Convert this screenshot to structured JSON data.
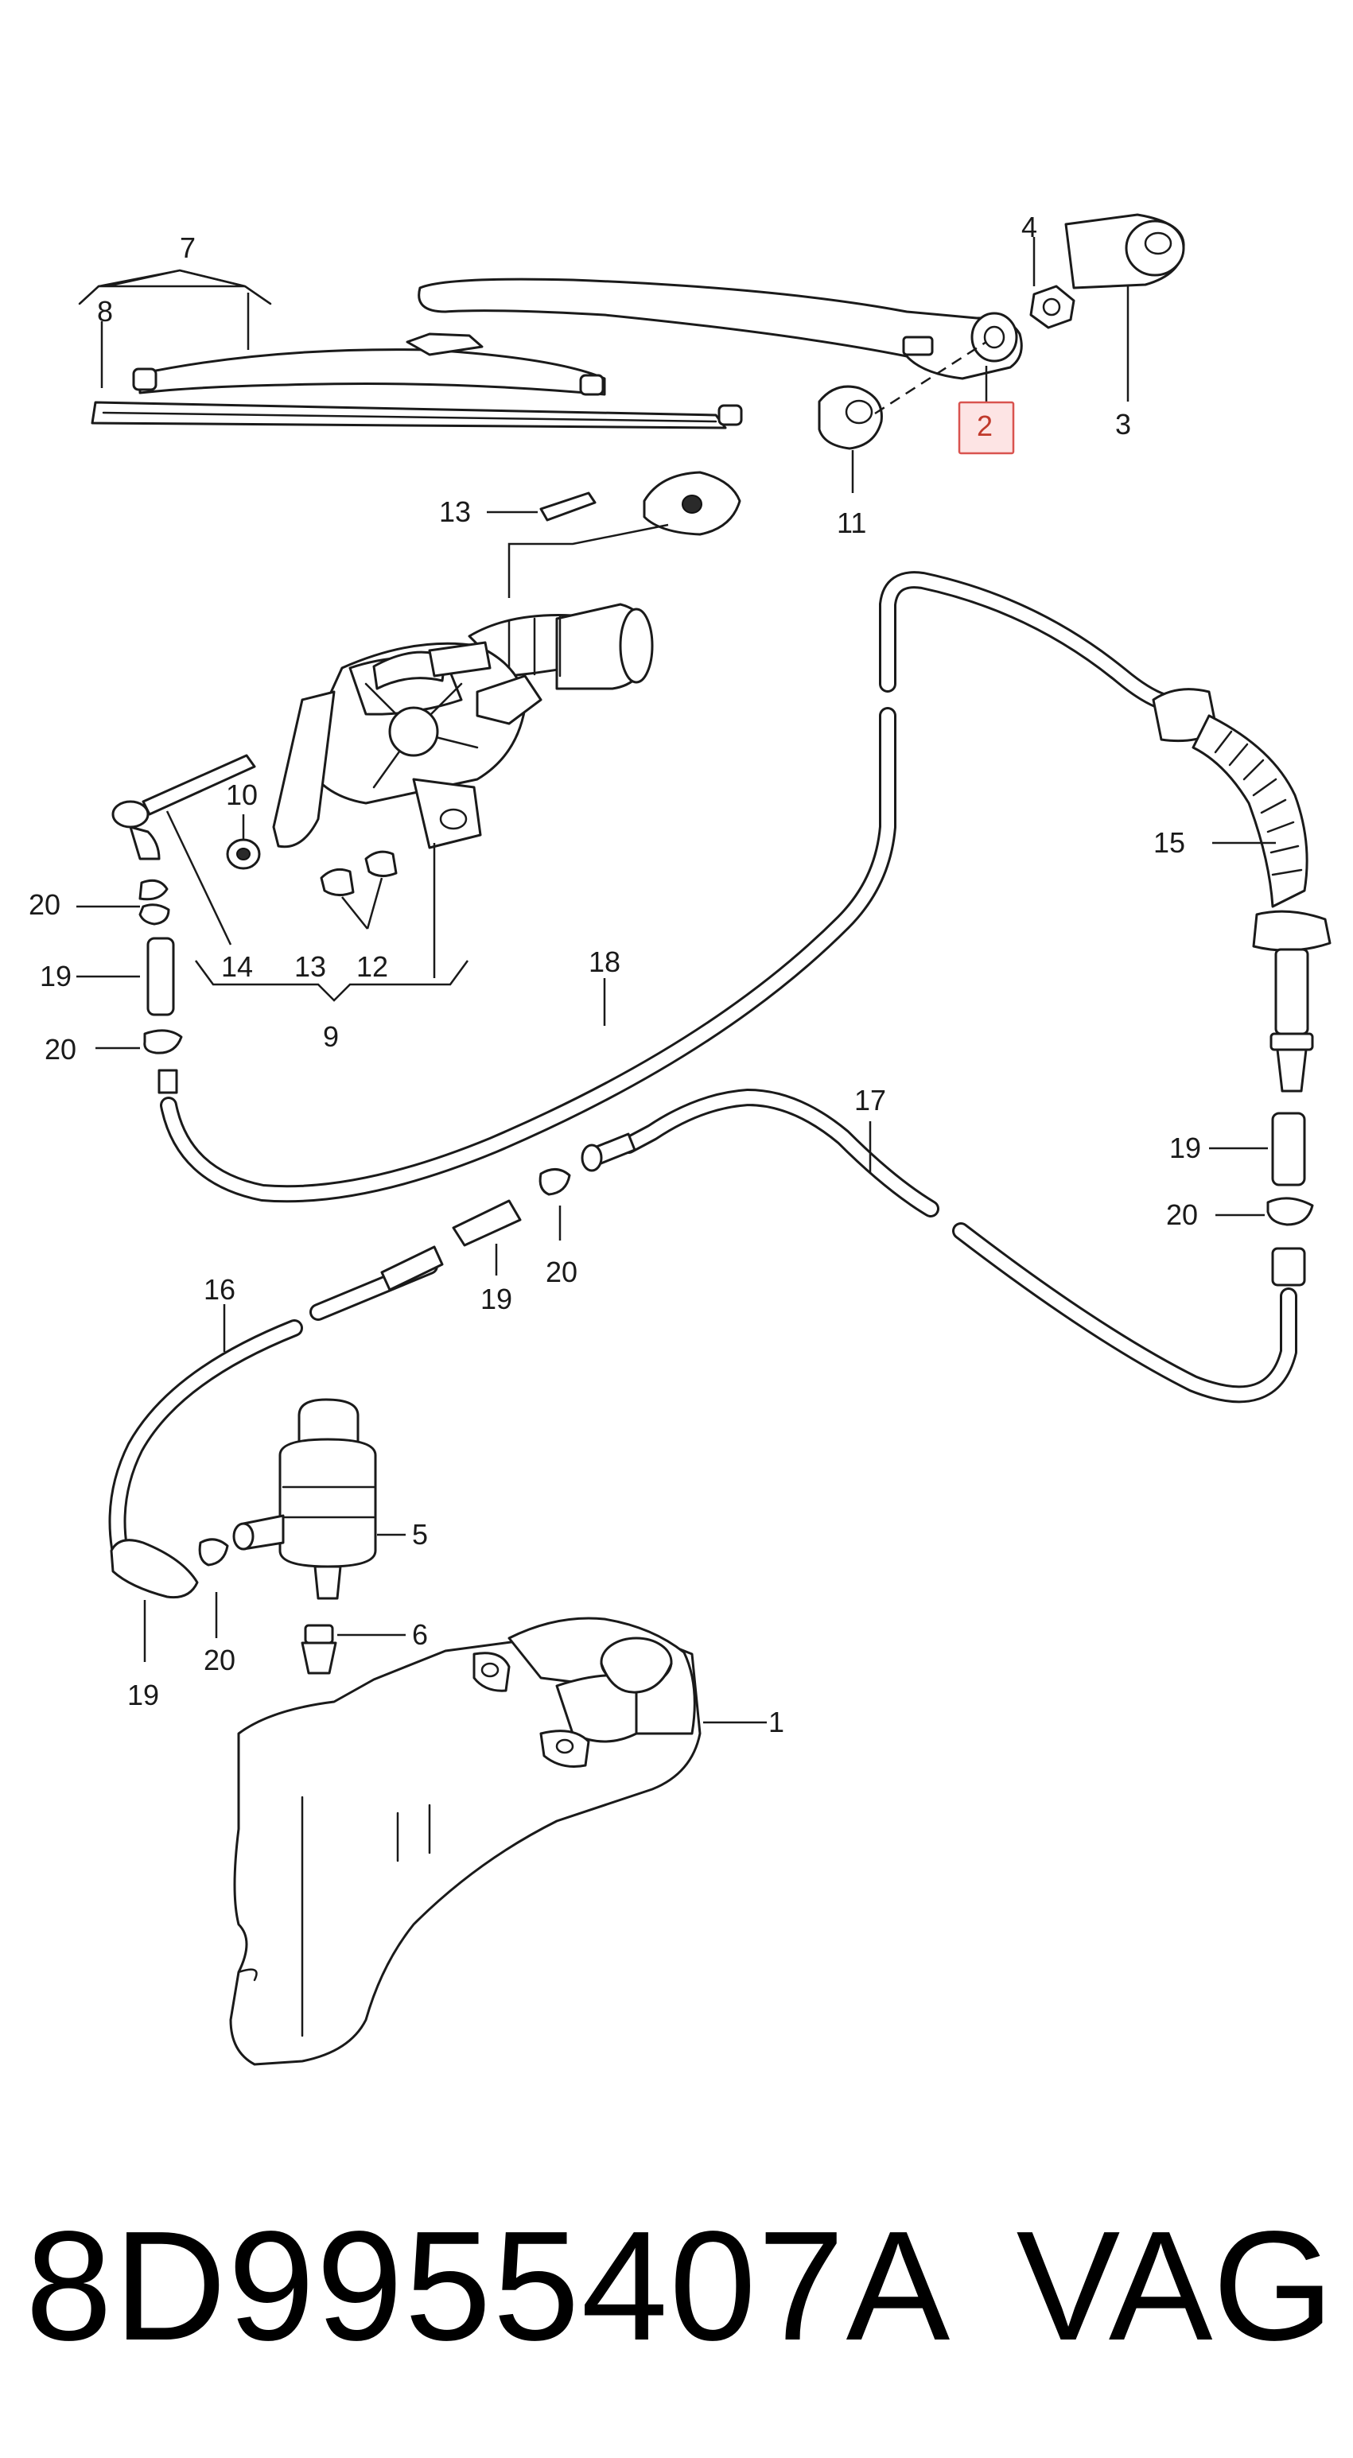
{
  "diagram": {
    "callouts": {
      "n1": "1",
      "n2": "2",
      "n3": "3",
      "n4": "4",
      "n5": "5",
      "n6": "6",
      "n7": "7",
      "n8": "8",
      "n9": "9",
      "n10": "10",
      "n11": "11",
      "n12": "12",
      "n13": "13",
      "n14": "14",
      "n15": "15",
      "n16": "16",
      "n17": "17",
      "n18": "18",
      "n19": "19",
      "n20": "20"
    },
    "highlighted_callout": "2",
    "colors": {
      "highlight_border": "#d9534f",
      "highlight_fill": "#fde4e4",
      "line": "#1a1a1a"
    }
  },
  "footer": {
    "part_number": "8D9955407A",
    "brand": "VAG"
  }
}
